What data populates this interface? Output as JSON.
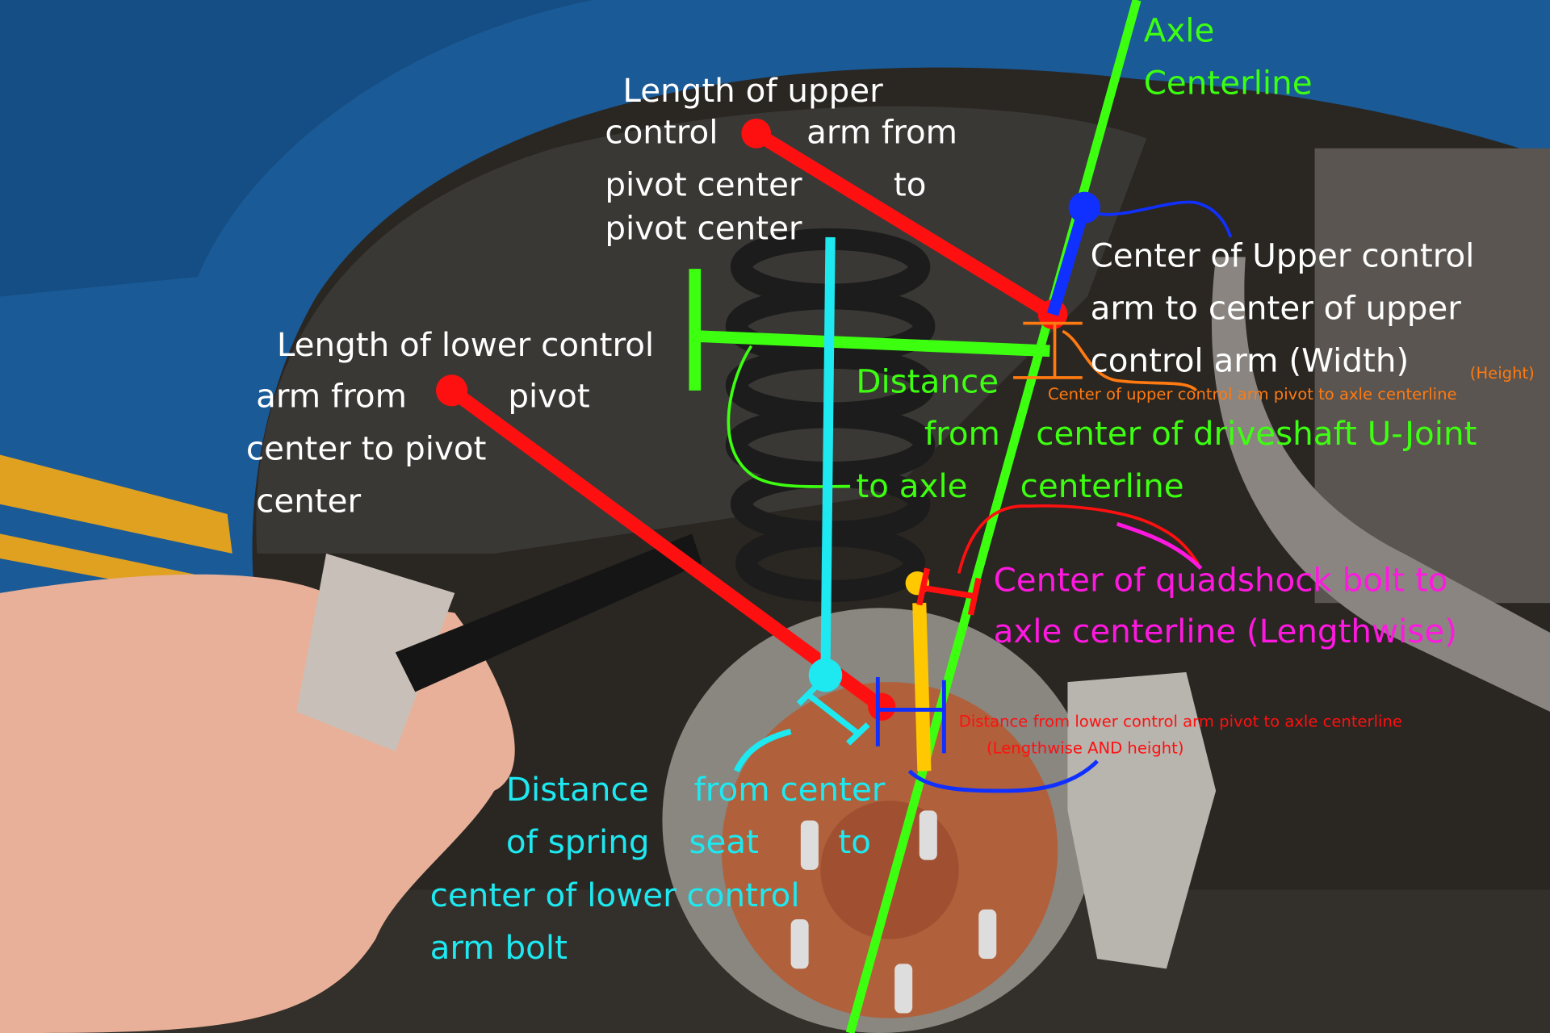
{
  "labels": {
    "axle_centerline": [
      "Axle",
      "Centerline"
    ],
    "upper_arm_length": [
      "Length of upper",
      "control",
      "arm from",
      "pivot center",
      "to",
      "pivot center"
    ],
    "lower_arm_length": [
      "Length of lower control",
      "arm from",
      "pivot",
      "center to pivot",
      "center"
    ],
    "upper_arm_width": [
      "Center of Upper control",
      "arm to center of upper",
      "control arm (Width)"
    ],
    "upper_pivot_height_note": "(Height)",
    "upper_pivot_to_axle": "Center of upper control arm pivot to axle centerline",
    "driveshaft": [
      "Distance",
      "from",
      "center of driveshaft U-Joint",
      "to axle",
      "centerline"
    ],
    "quadshock": [
      "Center of quadshock bolt to",
      "axle centerline (Lengthwise)"
    ],
    "lower_pivot_to_axle": [
      "Distance from lower control arm pivot to axle centerline",
      "(Lengthwise AND height)"
    ],
    "spring_seat": [
      "Distance",
      "from center",
      "of spring",
      "seat",
      "to",
      "center of lower control",
      "arm bolt"
    ]
  },
  "colors": {
    "axle": "#3dff10",
    "upper_arm": "#ff1010",
    "width": "#1030ff",
    "spring": "#1ee8f0",
    "quadshock": "#ff18e0",
    "height": "#ff7a10",
    "shock_bolt": "#ffc800"
  }
}
